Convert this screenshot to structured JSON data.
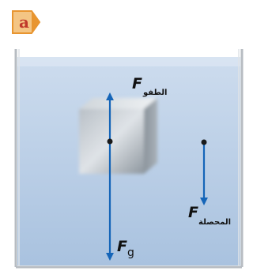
{
  "panel_label": "a",
  "forces": {
    "buoyant": {
      "symbol": "F",
      "subscript": "الطفو",
      "color": "#1565b8"
    },
    "gravity": {
      "symbol": "F",
      "subscript": "g",
      "color": "#1565b8"
    },
    "net": {
      "symbol": "F",
      "subscript": "المحصلة",
      "color": "#1565b8"
    }
  },
  "colors": {
    "badge_fill": "#f3c27a",
    "badge_arrow": "#e89530",
    "badge_text": "#c0392b",
    "water_top": "#c9daee",
    "water_bottom": "#aac3e0",
    "cube": "#9aa3ab"
  }
}
